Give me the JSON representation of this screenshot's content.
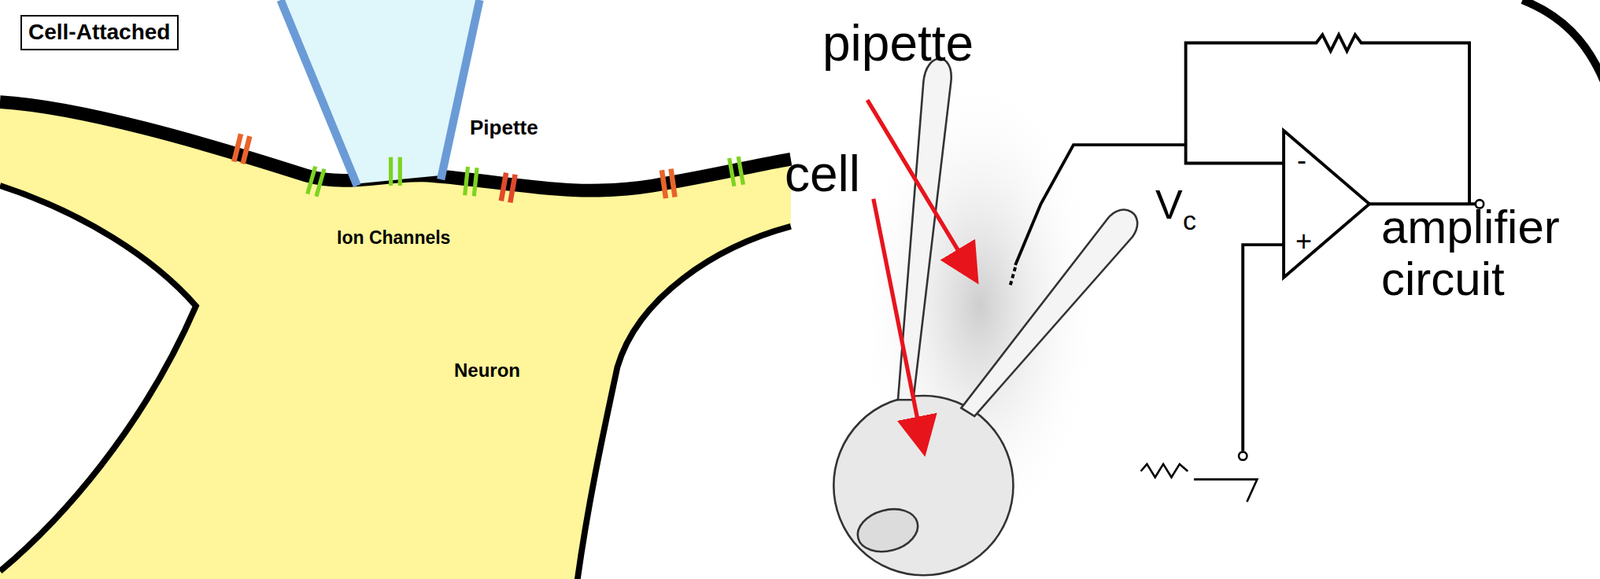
{
  "diagram": {
    "nodes": [
      {
        "text": [
          "Cell-Attached"
        ]
      }
    ],
    "labels": [
      "Pipette",
      "Ion Channels",
      "Neuron",
      "pipette",
      "cell",
      "V",
      "c",
      "-",
      "+",
      "amplifier circuit"
    ]
  }
}
